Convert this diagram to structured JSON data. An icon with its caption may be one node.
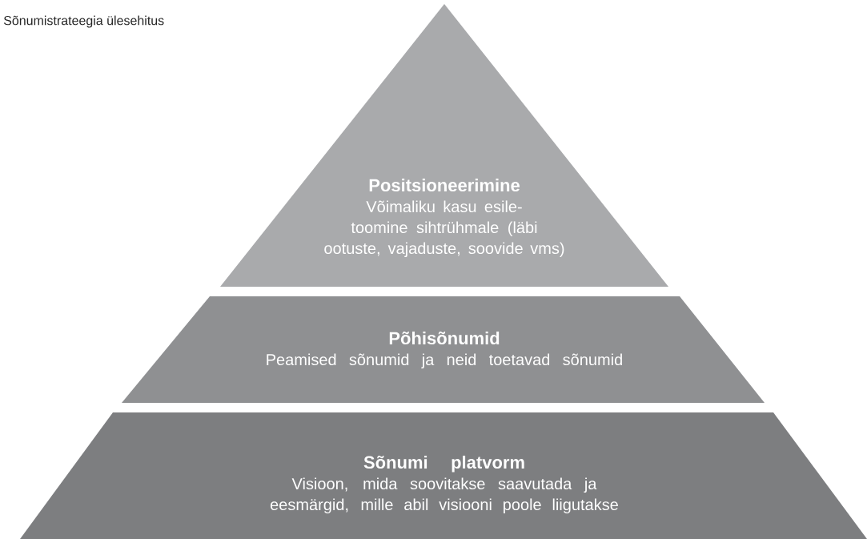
{
  "diagram": {
    "title": "Sõnumistrateegia ülesehitus",
    "nodes": [
      {
        "text": [
          "Positsioneerimine",
          "Võimaliku kasu esile-toomine sihtrühmale (läbi ootuste, vajaduste, soovide vms)"
        ]
      },
      {
        "text": [
          "Põhisõnumid",
          "Peamised sõnumid ja neid toetavad sõnumid"
        ]
      },
      {
        "text": [
          "Sõnumi platvorm",
          "Visioon, mida soovitakse saavutada ja eesmärgid, mille abil visiooni poole liigutakse"
        ]
      }
    ]
  }
}
